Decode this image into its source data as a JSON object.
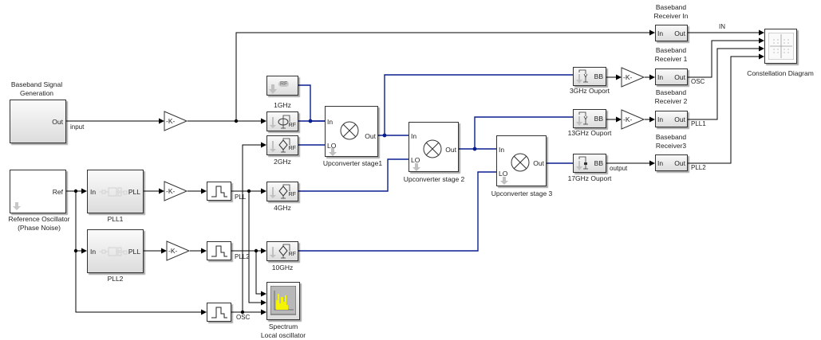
{
  "blocks": {
    "baseband_gen": {
      "title": "Baseband Signal\nGeneration",
      "title_l1": "Baseband Signal",
      "title_l2": "Generation",
      "port_out": "Out"
    },
    "ref_osc": {
      "title_l1": "Reference Oscillator",
      "title_l2": "(Phase Noise)",
      "port_out": "Ref"
    },
    "pll1": {
      "title": "PLL1",
      "port_in": "In",
      "port_out": "PLL"
    },
    "pll2": {
      "title": "PLL2",
      "port_in": "In",
      "port_out": "PLL"
    },
    "gain": {
      "label": "-K-"
    },
    "rf_1ghz": {
      "title": "1GHz",
      "badge": "RF"
    },
    "src_2ghz": {
      "title": "2GHz",
      "port": "RF"
    },
    "src_4ghz": {
      "title": "4GHz",
      "port": "RF"
    },
    "src_10ghz": {
      "title": "10GHz",
      "port": "RF"
    },
    "mix_in": {
      "port": "RF"
    },
    "up1": {
      "title": "Upconverter stage1",
      "port_in": "In",
      "port_lo": "LO",
      "port_out": "Out"
    },
    "up2": {
      "title": "Upconverter stage 2",
      "port_in": "In",
      "port_lo": "LO",
      "port_out": "Out"
    },
    "up3": {
      "title": "Upconverter stage 3",
      "port_in": "In",
      "port_lo": "LO",
      "port_out": "Out"
    },
    "out3": {
      "title": "3GHz Ouport",
      "port": "BB"
    },
    "out13": {
      "title": "13GHz Ouport",
      "port": "BB"
    },
    "out17": {
      "title": "17GHz Ouport",
      "port": "BB"
    },
    "rx_in": {
      "title_l1": "Baseband",
      "title_l2": "Receiver In",
      "port_in": "In",
      "port_out": "Out"
    },
    "rx1": {
      "title_l1": "Baseband",
      "title_l2": "Receiver 1",
      "port_in": "In",
      "port_out": "Out"
    },
    "rx2": {
      "title_l1": "Baseband",
      "title_l2": "Receiver 2",
      "port_in": "In",
      "port_out": "Out"
    },
    "rx3": {
      "title_l1": "Baseband",
      "title_l2": "Receiver3",
      "port_in": "In",
      "port_out": "Out"
    },
    "constellation": {
      "title": "Constellation Diagram"
    },
    "spectrum": {
      "title_l1": "Spectrum",
      "title_l2": "Local oscillator"
    }
  },
  "signals": {
    "input": "input",
    "pll": "PLL",
    "pll2": "PLL2",
    "osc": "OSC",
    "in": "IN",
    "osc_out": "OSC",
    "pll1_out": "PLL1",
    "pll2_out": "PLL2",
    "output": "output"
  },
  "colors": {
    "signal_wire": "#000000",
    "rf_wire": "#0a1f8f",
    "spectrum_bars": "#f4f400"
  }
}
